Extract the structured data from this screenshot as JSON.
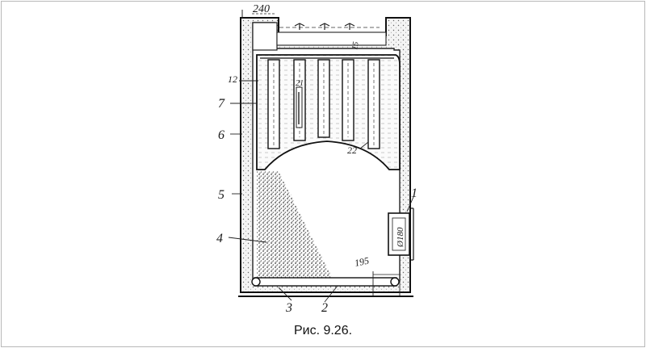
{
  "figure": {
    "caption": "Рис. 9.26.",
    "labels": {
      "dim_top": "240",
      "dim_bottom": "195",
      "l1": "1",
      "l2": "2",
      "l3": "3",
      "l4": "4",
      "l5": "5",
      "l6": "6",
      "l7": "7",
      "l12": "12",
      "l15": "15",
      "l21": "21",
      "l22": "22",
      "door_dim": "Ø180"
    }
  }
}
